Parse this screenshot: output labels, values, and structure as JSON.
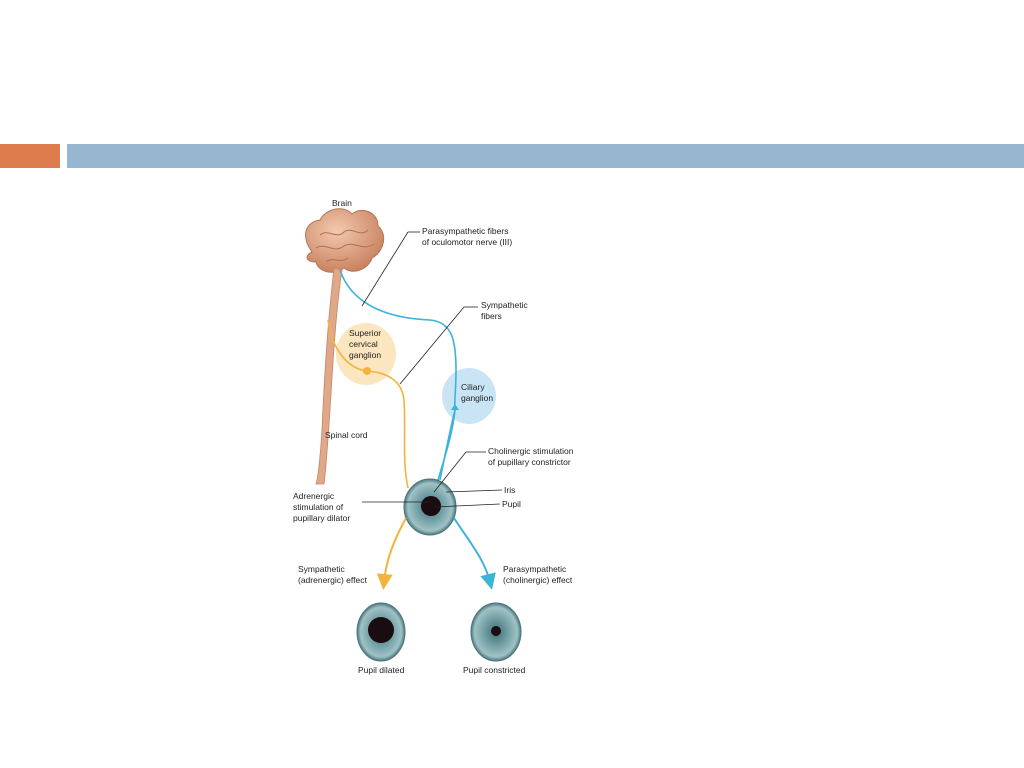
{
  "slide": {
    "accent_color": "#dd7c4c",
    "bar_color": "#97b6cf"
  },
  "diagram": {
    "labels": {
      "brain": "Brain",
      "parasympathetic_fibers_1": "Parasympathetic fibers",
      "parasympathetic_fibers_2": "of oculomotor nerve (III)",
      "sympathetic_fibers_1": "Sympathetic",
      "sympathetic_fibers_2": "fibers",
      "superior_ganglion_1": "Superior",
      "superior_ganglion_2": "cervical",
      "superior_ganglion_3": "ganglion",
      "ciliary_ganglion_1": "Ciliary",
      "ciliary_ganglion_2": "ganglion",
      "spinal_cord": "Spinal cord",
      "cholinergic_1": "Cholinergic stimulation",
      "cholinergic_2": "of pupillary constrictor",
      "iris": "Iris",
      "pupil": "Pupil",
      "adrenergic_1": "Adrenergic",
      "adrenergic_2": "stimulation of",
      "adrenergic_3": "pupillary dilator",
      "sympathetic_effect_1": "Sympathetic",
      "sympathetic_effect_2": "(adrenergic) effect",
      "parasympathetic_effect_1": "Parasympathetic",
      "parasympathetic_effect_2": "(cholinergic) effect",
      "pupil_dilated": "Pupil dilated",
      "pupil_constricted": "Pupil constricted"
    },
    "colors": {
      "sympathetic": "#f2b43c",
      "parasympathetic": "#3cb4d8",
      "brain": "#e3a98a",
      "iris": "#6f9da3"
    }
  }
}
